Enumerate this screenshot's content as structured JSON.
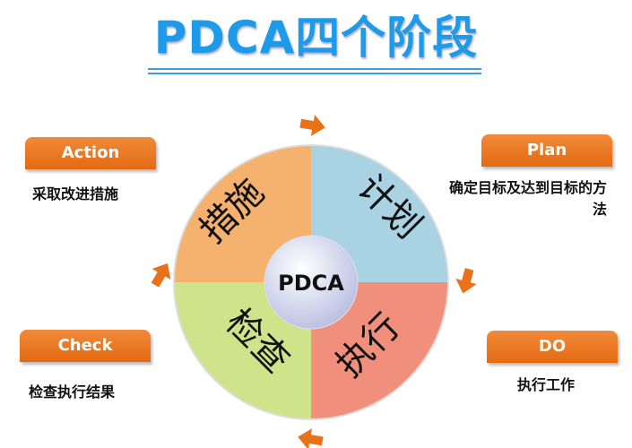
{
  "title": "PDCA四个阶段",
  "center": "PDCA",
  "quadrants": {
    "plan": "计划",
    "do": "执行",
    "check": "检查",
    "action": "措施"
  },
  "stages": [
    {
      "label": "Action",
      "desc": "采取改进措施"
    },
    {
      "label": "Plan",
      "desc": "确定目标及达到目标的方法"
    },
    {
      "label": "Check",
      "desc": "检查执行结果"
    },
    {
      "label": "DO",
      "desc": "执行工作"
    }
  ],
  "colors": {
    "plan": "#a9d2e3",
    "do": "#f0907c",
    "check": "#cfe38a",
    "action": "#f4b26e",
    "accent": "#e8711a",
    "title": "#1e9be8"
  }
}
